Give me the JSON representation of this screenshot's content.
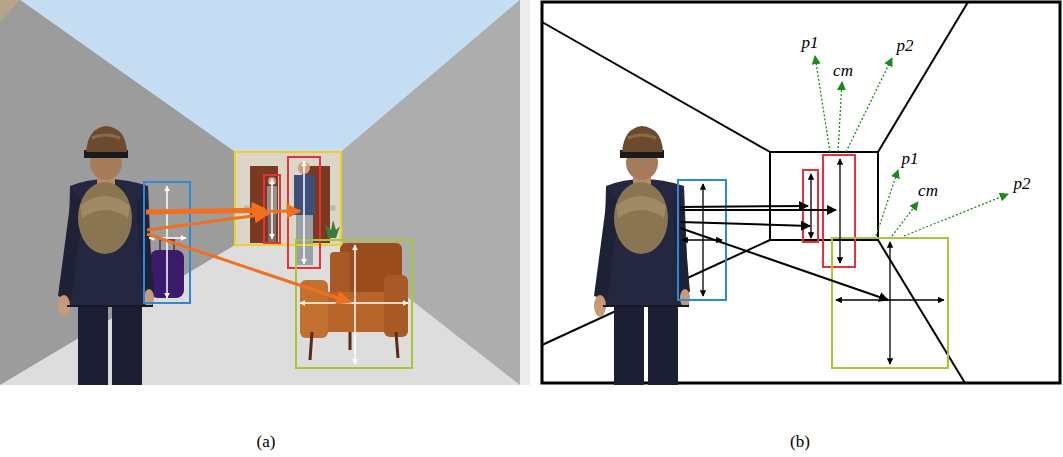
{
  "diagram": {
    "labels": [
      "p1",
      "p2",
      "cm",
      "p1",
      "p2",
      "cm",
      "(a)",
      "(b)"
    ]
  }
}
